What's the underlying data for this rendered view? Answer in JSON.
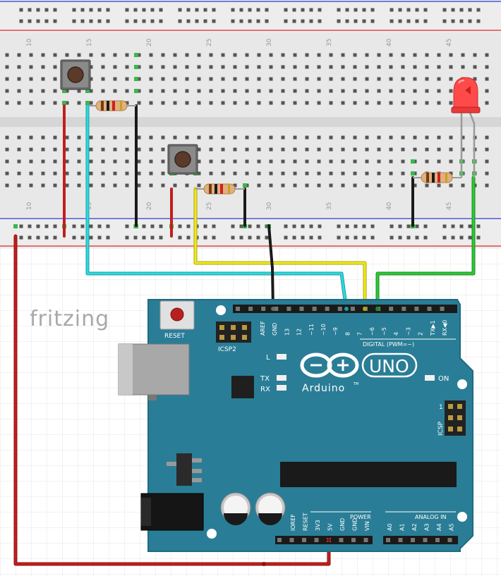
{
  "watermark": "fritzing",
  "breadboard": {
    "top_column_numbers": [
      "10",
      "15",
      "20",
      "25",
      "30",
      "35",
      "40",
      "45"
    ],
    "bottom_column_numbers": [
      "10",
      "15",
      "20",
      "25",
      "30",
      "35",
      "40",
      "45"
    ]
  },
  "arduino": {
    "brand": "Arduino",
    "trademark": "TM",
    "model": "UNO",
    "reset_label": "RESET",
    "icsp2_label": "ICSP2",
    "icsp_label": "ICSP",
    "icsp_pin1": "1",
    "on_label": "ON",
    "l_label": "L",
    "tx_label": "TX",
    "rx_label": "RX",
    "digital_label": "DIGITAL (PWM=~)",
    "power_label": "POWER",
    "analog_label": "ANALOG IN",
    "digital_pins": [
      "AREF",
      "GND",
      "13",
      "12",
      "~11",
      "~10",
      "~9",
      "8",
      "7",
      "~6",
      "~5",
      "4",
      "~3",
      "2",
      "TX▶1",
      "RX◀0"
    ],
    "power_pins": [
      "IOREF",
      "RESET",
      "3V3",
      "5V",
      "GND",
      "GND",
      "VIN"
    ],
    "analog_pins": [
      "A0",
      "A1",
      "A2",
      "A3",
      "A4",
      "A5"
    ]
  },
  "colors": {
    "board": "#2a7d96",
    "board_edge": "#1f6a80",
    "breadboard": "#e9e9e9",
    "rail_red": "#e04a4a",
    "rail_blue": "#4a5ad0",
    "wire_red": "#c21e1e",
    "wire_cyan": "#2fd0d6",
    "wire_yellow": "#e8e01a",
    "wire_green": "#25b02a",
    "wire_black": "#1a1a1a",
    "led": "#ff4a4a",
    "grid": "#e6e6e6"
  }
}
